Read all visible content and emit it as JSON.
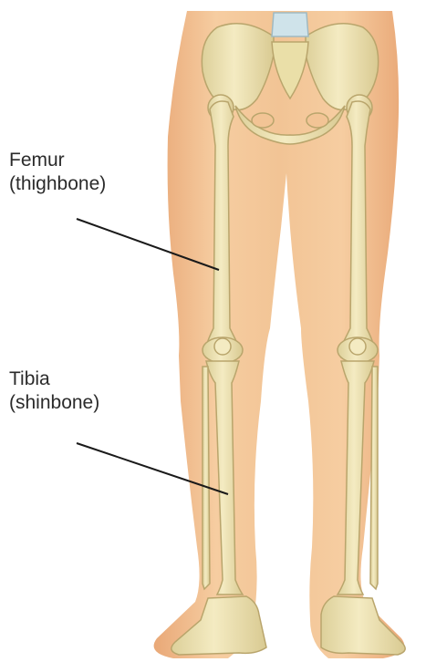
{
  "labels": {
    "femur": {
      "name": "Femur",
      "alt": "(thighbone)"
    },
    "tibia": {
      "name": "Tibia",
      "alt": "(shinbone)"
    }
  },
  "colors": {
    "skin": "#f3c79a",
    "skin_shadow": "#e7a978",
    "bone": "#efe4b2",
    "bone_outline": "#b9a56c",
    "cartilage": "#cfe3ea",
    "leader_line": "#1a1a1a",
    "text": "#2b2b2b"
  }
}
